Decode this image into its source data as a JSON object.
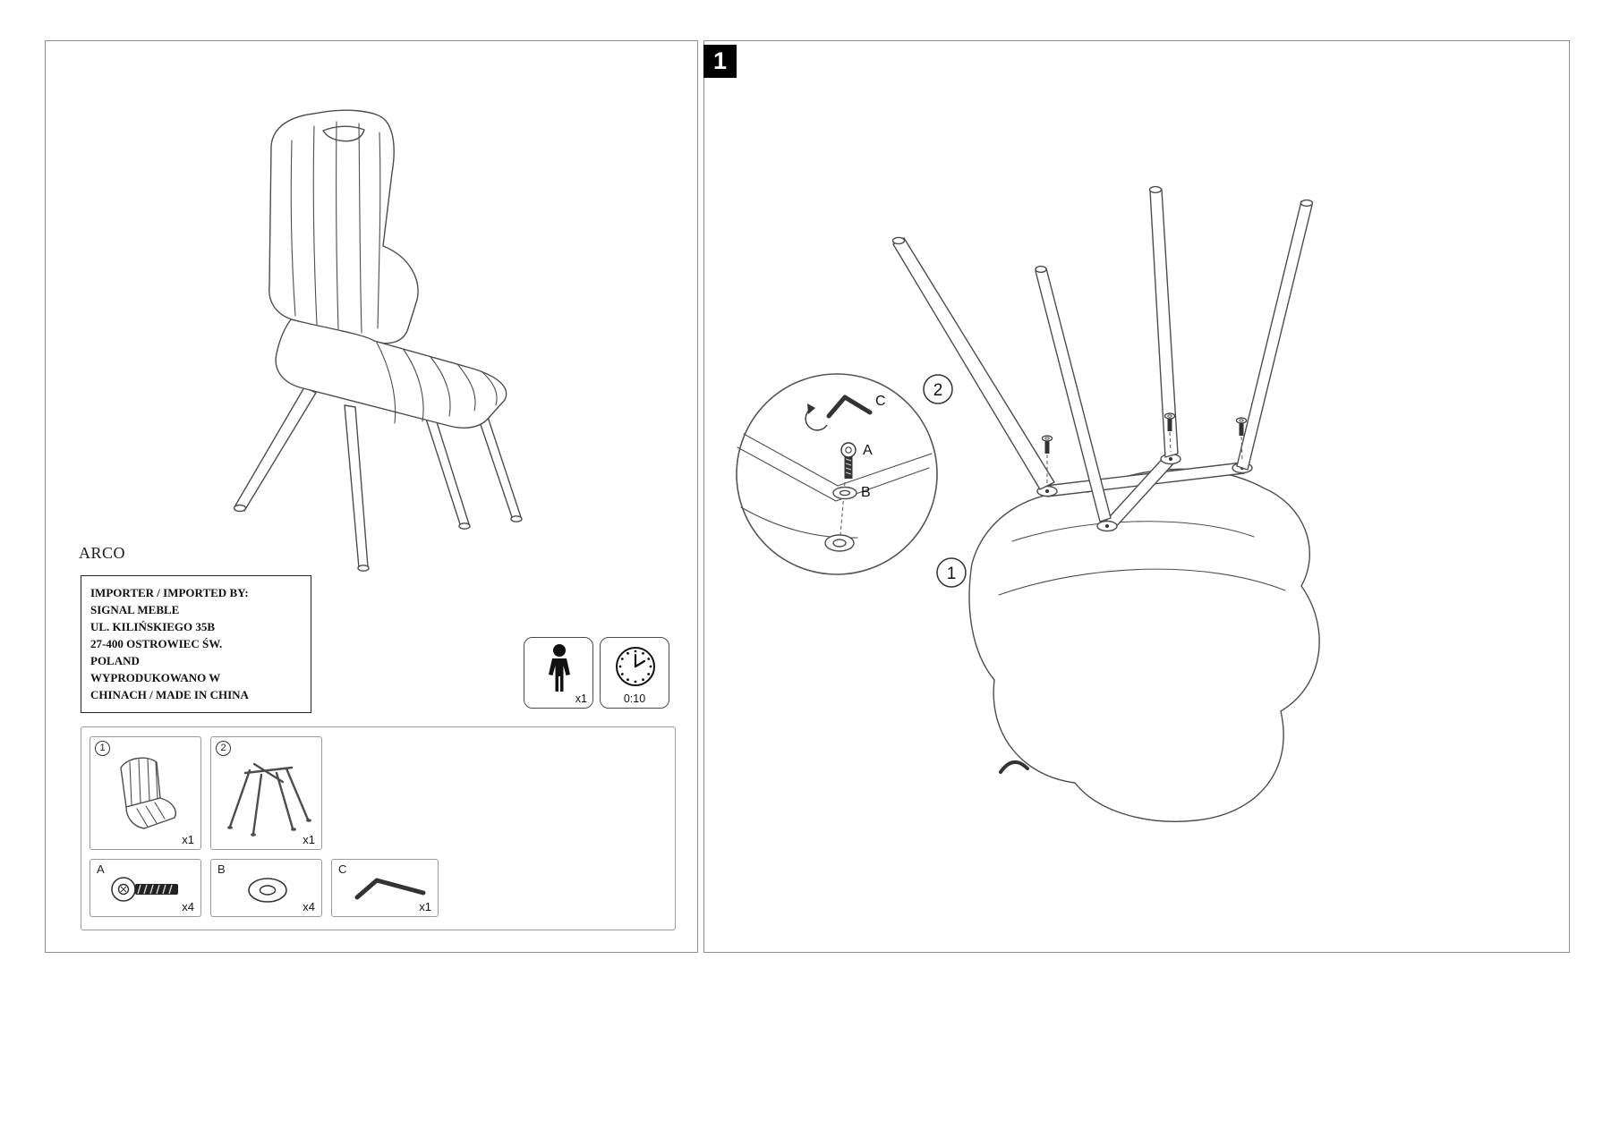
{
  "page": {
    "title": "ARCO",
    "step_badge": "1"
  },
  "importer_box": {
    "lines": [
      "IMPORTER / IMPORTED BY:",
      "SIGNAL MEBLE",
      "UL. KILIŃSKIEGO 35B",
      "27-400 OSTROWIEC ŚW.",
      "POLAND",
      "WYPRODUKOWANO W",
      "CHINACH / MADE IN CHINA"
    ]
  },
  "info": {
    "person_qty": "x1",
    "time": "0:10"
  },
  "parts": {
    "box1": {
      "marker": "1",
      "qty": "x1"
    },
    "box2": {
      "marker": "2",
      "qty": "x1"
    },
    "boxA": {
      "label": "A",
      "qty": "x4"
    },
    "boxB": {
      "label": "B",
      "qty": "x4"
    },
    "boxC": {
      "label": "C",
      "qty": "x1"
    }
  },
  "diagram": {
    "labelA": "A",
    "labelB": "B",
    "labelC": "C",
    "marker1": "1",
    "marker2": "2"
  },
  "colors": {
    "line": "#4d4d4d",
    "badge_bg": "#000000",
    "badge_text": "#ffffff"
  }
}
